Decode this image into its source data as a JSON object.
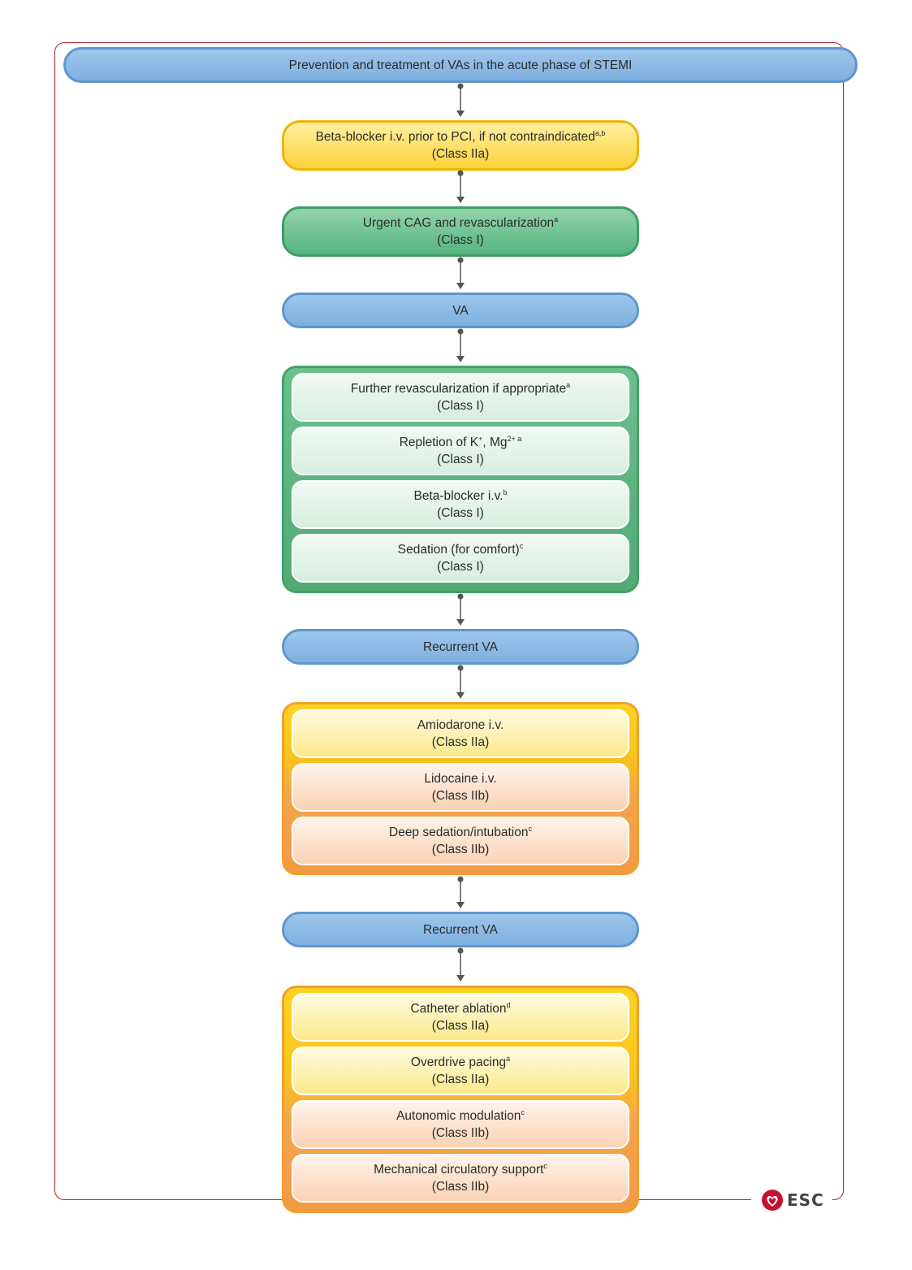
{
  "title": "Prevention and treatment of  VAs in the acute phase of STEMI",
  "nodes": {
    "beta_blocker_pre": {
      "text": "Beta-blocker i.v. prior to PCI, if not contraindicated",
      "sup": "a,b",
      "class": "(Class IIa)"
    },
    "urgent_cag": {
      "text": "Urgent CAG and revascularization",
      "sup": "a",
      "class": "(Class I)"
    },
    "va": {
      "text": "VA"
    },
    "group1": [
      {
        "text": "Further revascularization if appropriate",
        "sup": "a",
        "class": "(Class I)"
      },
      {
        "text": "Repletion of K",
        "sup1": "+",
        "mid": ", Mg",
        "sup": "2+ a",
        "class": "(Class I)"
      },
      {
        "text": "Beta-blocker i.v.",
        "sup": "b",
        "class": "(Class I)"
      },
      {
        "text": "Sedation (for comfort)",
        "sup": "c",
        "class": "(Class I)"
      }
    ],
    "recurrent_va_1": {
      "text": "Recurrent VA"
    },
    "group2": [
      {
        "text": "Amiodarone i.v.",
        "sup": "",
        "class": "(Class IIa)"
      },
      {
        "text": "Lidocaine i.v.",
        "sup": "",
        "class": "(Class IIb)"
      },
      {
        "text": "Deep sedation/intubation",
        "sup": "c",
        "class": "(Class IIb)"
      }
    ],
    "recurrent_va_2": {
      "text": "Recurrent VA"
    },
    "group3": [
      {
        "text": "Catheter ablation",
        "sup": "d",
        "class": "(Class IIa)"
      },
      {
        "text": "Overdrive pacing",
        "sup": "a",
        "class": "(Class IIa)"
      },
      {
        "text": "Autonomic modulation",
        "sup": "c",
        "class": "(Class IIb)"
      },
      {
        "text": "Mechanical circulatory support",
        "sup": "c",
        "class": "(Class IIb)"
      }
    ]
  },
  "logo": {
    "text": "ESC"
  },
  "colors": {
    "frame": "#b3222d",
    "blue": "#7fb0de",
    "yellow": "#fbd23a",
    "green": "#54b47e",
    "orange": "#f29a44",
    "arrow": "#555555"
  }
}
